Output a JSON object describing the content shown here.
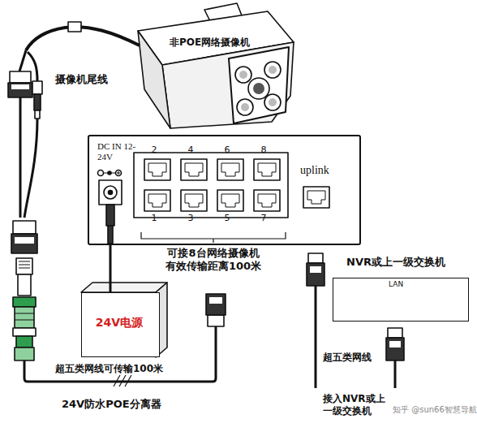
{
  "diagram": {
    "nodes": [
      {
        "text": [
          "非POE网络摄像机"
        ]
      },
      {
        "text": [
          "DC IN 12-24V",
          "uplink"
        ]
      },
      {
        "text": [
          "24V电源"
        ]
      },
      {
        "text": [
          "NVR或上一级交换机",
          "LAN"
        ]
      }
    ],
    "edges": [
      {
        "from": 2,
        "to": 1,
        "arrow": "none"
      }
    ],
    "labels": [
      "摄像机尾线",
      "2",
      "4",
      "6",
      "8",
      "1",
      "3",
      "5",
      "7",
      "可接8台网络摄像机 有效传输距离100米",
      "超五类网线可传输100米",
      "24V防水POE分离器",
      "超五类网线",
      "接入NVR或上一级交换机",
      "知乎 @sun66智慧导航"
    ]
  }
}
